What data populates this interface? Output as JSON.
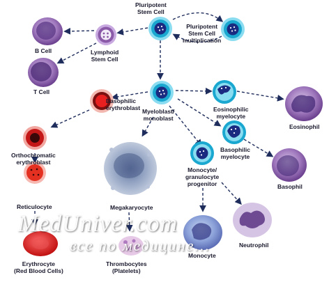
{
  "labels": {
    "pluripotent": "Pluripotent\nStem Cell",
    "multiplication": "Pluripotent\nStem Cell\nmultiplication",
    "b_cell": "B Cell",
    "t_cell": "T Cell",
    "lymphoid": "Lymphoid\nStem Cell",
    "basophilic_erythroblast": "Basophilic\nerythroblast",
    "myeloblast": "Myeloblast/\nmonoblast",
    "eosinophilic_myelocyte": "Eosinophilic\nmyelocyte",
    "eosinophil": "Eosinophil",
    "orthochromatic": "Orthochromatic\nerythroblast",
    "basophilic_myelocyte": "Basophilic\nmyelocyte",
    "basophil": "Basophil",
    "monocyte_progenitor": "Monocyte/\ngranulocyte\nprogenitor",
    "reticulocyte": "Reticulocyte",
    "megakaryocyte": "Megakaryocyte",
    "neutrophil": "Neutrophil",
    "monocyte": "Monocyte",
    "erythrocyte": "Erythrocyte\n(Red Blood Cells)",
    "thrombocytes": "Thrombocytes\n(Platelets)"
  },
  "watermark": {
    "site": "MedUniver.com",
    "tagline": "все по медицине..."
  },
  "colors": {
    "arrow": "#1f2d5c",
    "stem_fill": "#20b5d8",
    "stem_ring": "#8adcf0",
    "nucleus": "#1a2a80",
    "purple_cell": "#8a5aa8",
    "red_cell": "#e02020"
  }
}
